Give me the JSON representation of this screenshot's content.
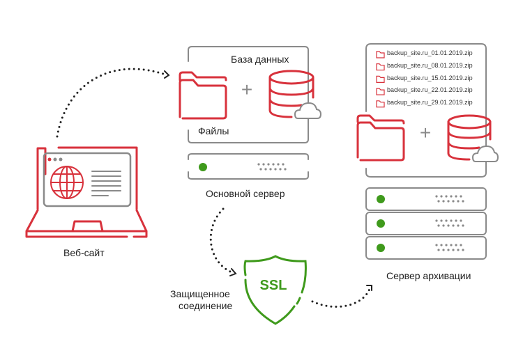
{
  "colors": {
    "red": "#d8323c",
    "gray": "#8a8a8a",
    "green": "#3f9a1c",
    "dots": "#222222"
  },
  "website": {
    "label": "Веб-сайт"
  },
  "main_server": {
    "label": "Основной сервер",
    "db_label": "База данных",
    "files_label": "Файлы"
  },
  "connection": {
    "label_line1": "Защищенное",
    "label_line2": "соединение",
    "badge": "SSL"
  },
  "archive_server": {
    "label": "Сервер архивации",
    "files": [
      "backup_site.ru_01.01.2019.zip",
      "backup_site.ru_08.01.2019.zip",
      "backup_site.ru_15.01.2019.zip",
      "backup_site.ru_22.01.2019.zip",
      "backup_site.ru_29.01.2019.zip"
    ]
  }
}
